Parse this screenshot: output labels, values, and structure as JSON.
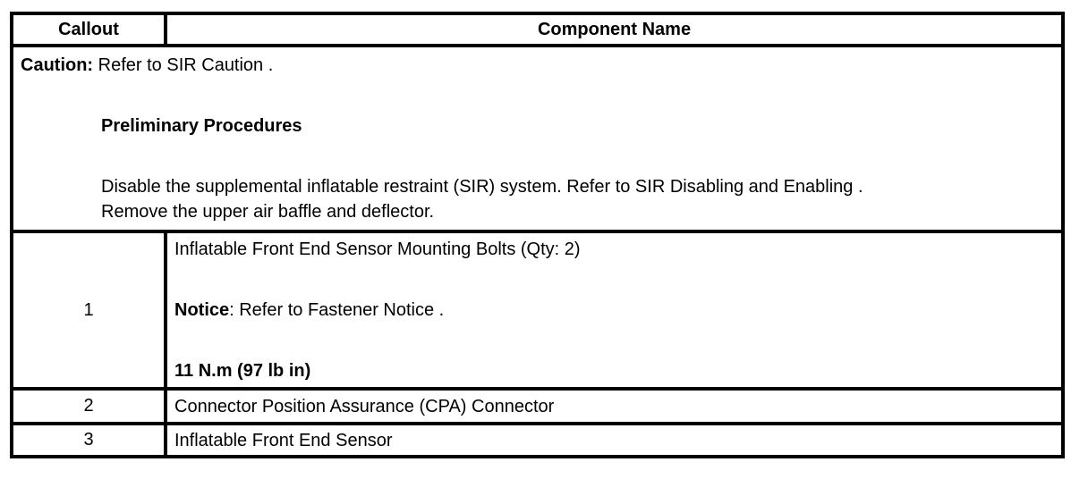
{
  "table": {
    "background": "#ffffff",
    "border_color": "#000000",
    "text_color": "#000000",
    "header": {
      "callout_label": "Callout",
      "component_label": "Component Name"
    },
    "caution_row": {
      "caution_label": "Caution:",
      "caution_text": " Refer to SIR Caution .",
      "preliminary_heading": "Preliminary Procedures",
      "procedure_line1": "Disable the supplemental inflatable restraint (SIR) system. Refer to SIR Disabling and Enabling .",
      "procedure_line2": "Remove the upper air baffle and deflector."
    },
    "row1": {
      "callout": "1",
      "component": "Inflatable Front End Sensor Mounting Bolts (Qty: 2)",
      "notice_label": "Notice",
      "notice_text": ": Refer to Fastener Notice .",
      "torque": "11 N.m (97 lb in)"
    },
    "row2": {
      "callout": "2",
      "component": "Connector Position Assurance (CPA) Connector"
    },
    "row3": {
      "callout": "3",
      "component": "Inflatable Front End Sensor"
    }
  }
}
